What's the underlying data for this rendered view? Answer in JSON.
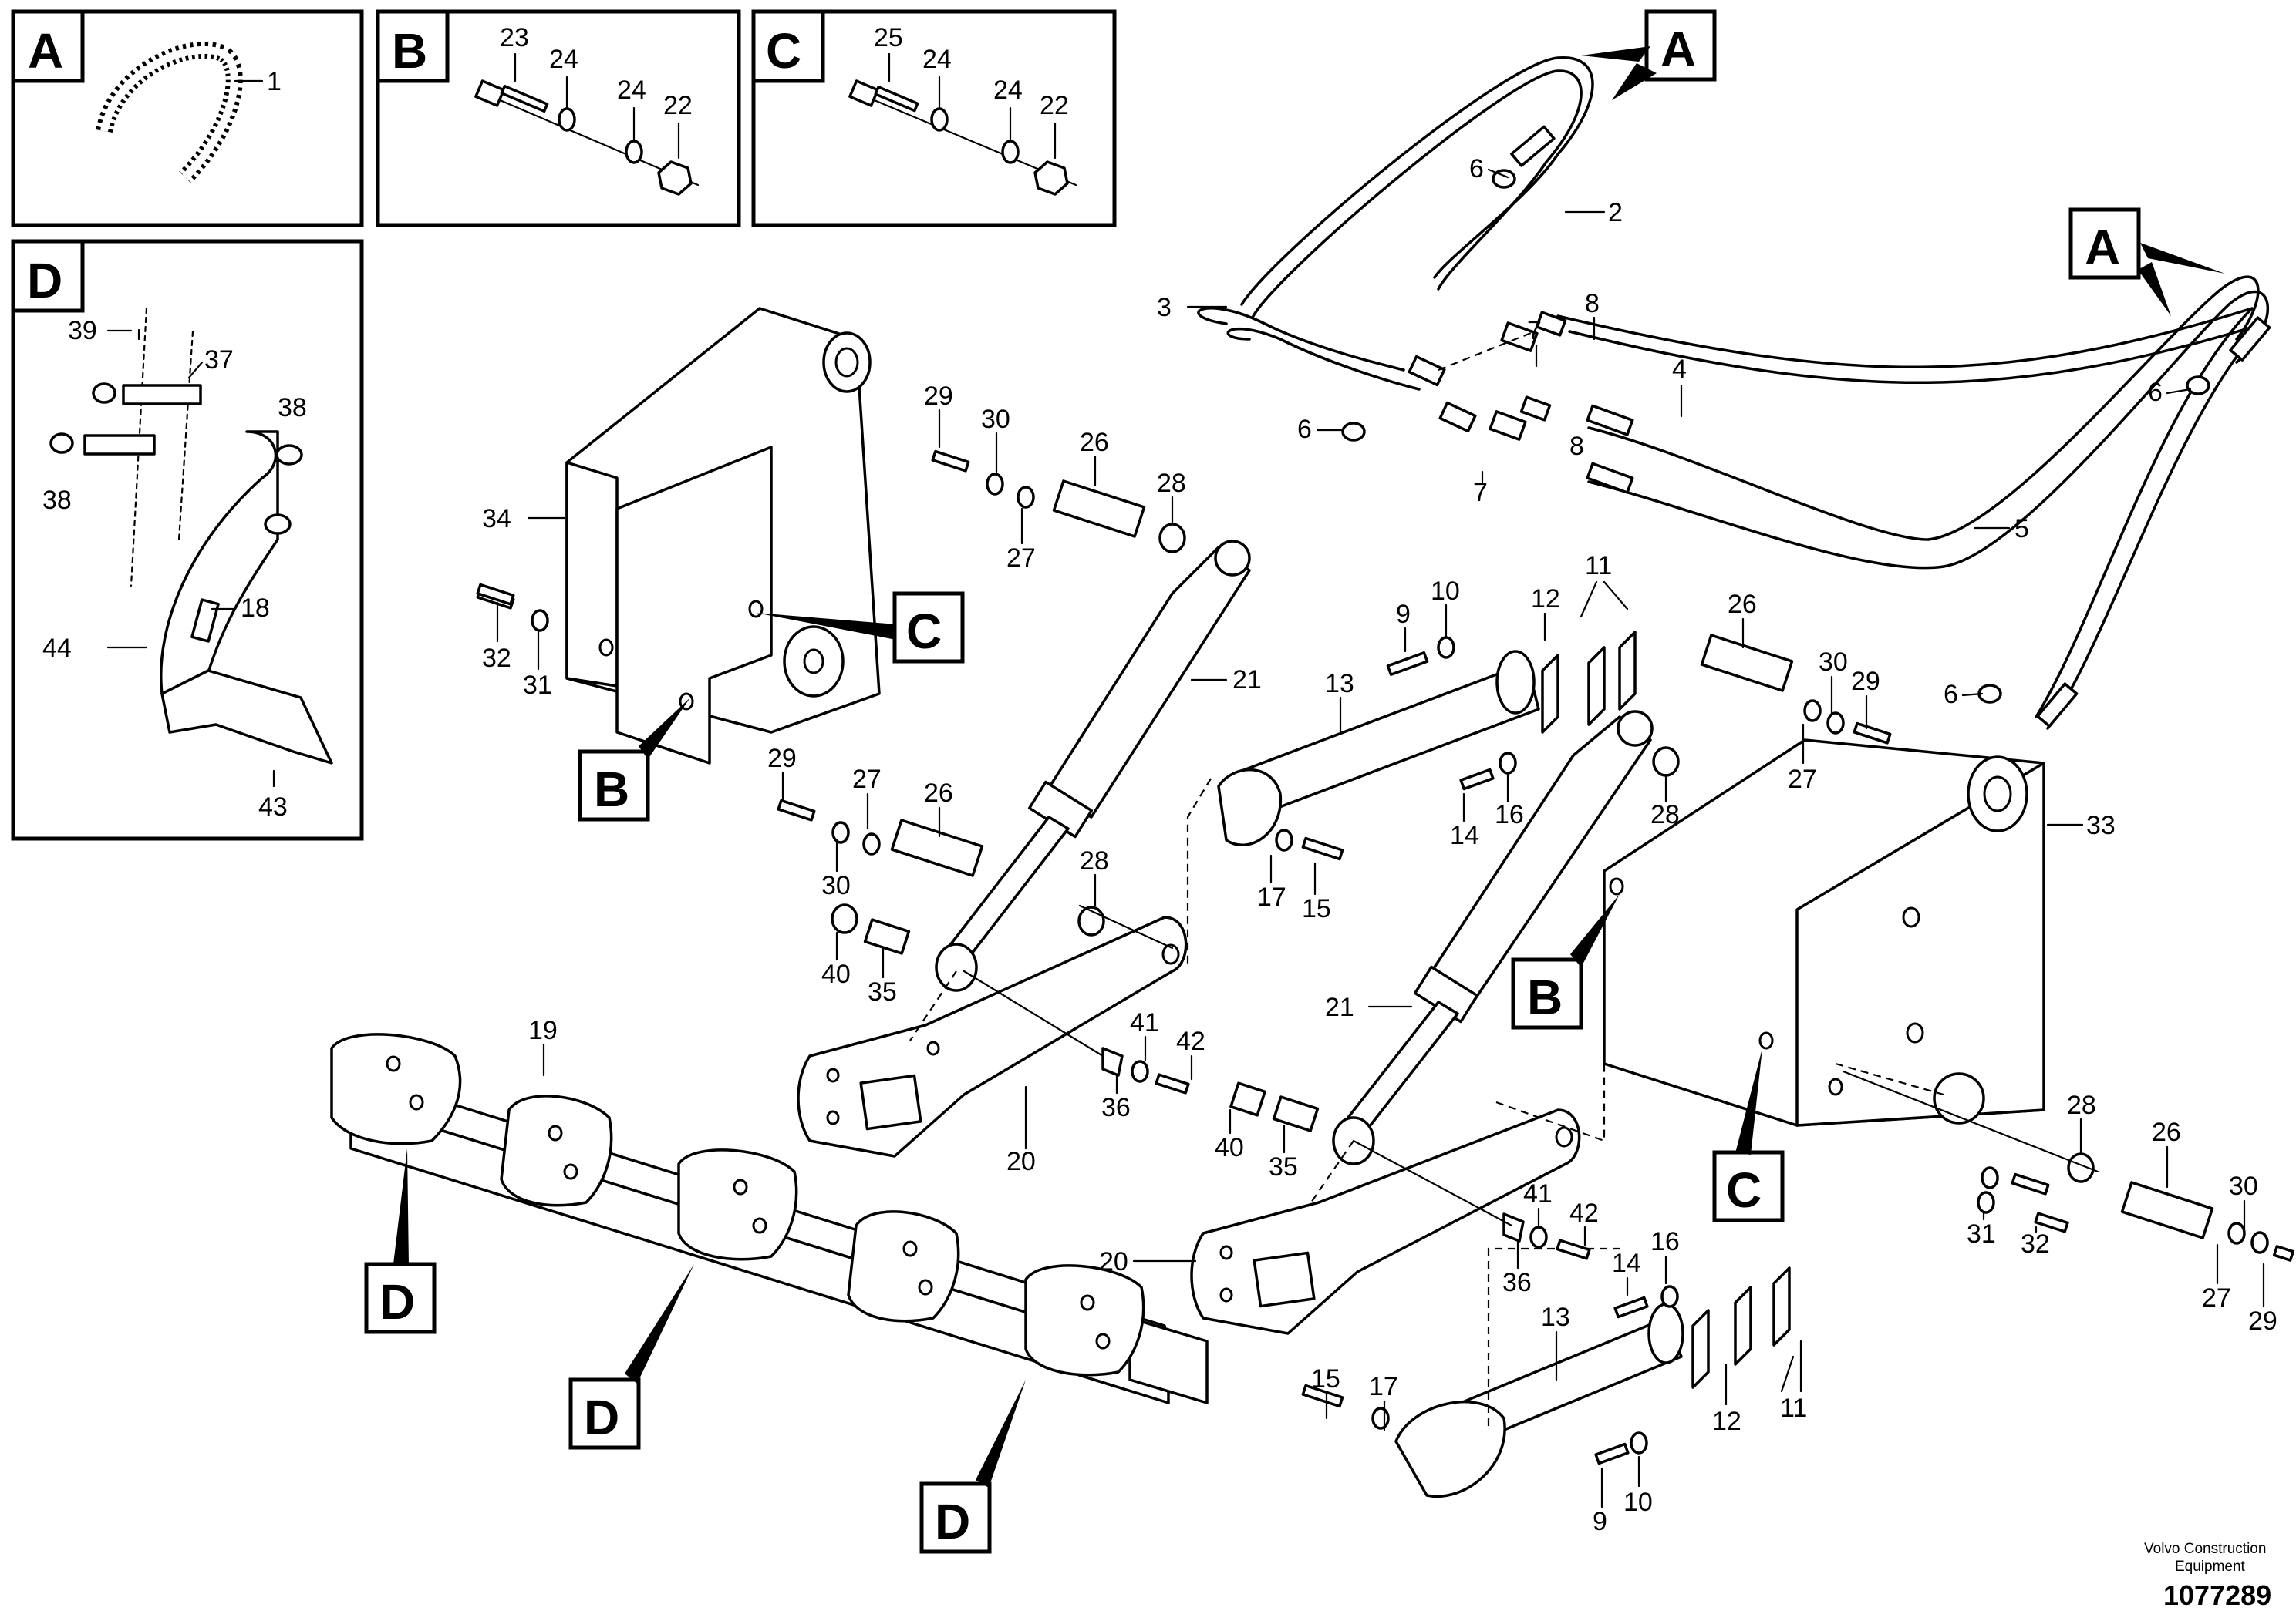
{
  "detail_panels": [
    {
      "id": "A",
      "letter": "A",
      "labels": [
        "1"
      ]
    },
    {
      "id": "B",
      "letter": "B",
      "labels": [
        "23",
        "24",
        "24",
        "22"
      ]
    },
    {
      "id": "C",
      "letter": "C",
      "labels": [
        "25",
        "24",
        "24",
        "22"
      ]
    },
    {
      "id": "D",
      "letter": "D",
      "labels": [
        "39",
        "37",
        "38",
        "38",
        "18",
        "44",
        "43"
      ]
    }
  ],
  "callouts": {
    "A": "A",
    "B": "B",
    "C": "C",
    "D": "D"
  },
  "part_numbers": {
    "p1": "1",
    "p2": "2",
    "p3": "3",
    "p4": "4",
    "p5": "5",
    "p6": "6",
    "p7": "7",
    "p8": "8",
    "p9": "9",
    "p10": "10",
    "p11": "11",
    "p12": "12",
    "p13": "13",
    "p14": "14",
    "p15": "15",
    "p16": "16",
    "p17": "17",
    "p18": "18",
    "p19": "19",
    "p20": "20",
    "p21": "21",
    "p22": "22",
    "p23": "23",
    "p24": "24",
    "p25": "25",
    "p26": "26",
    "p27": "27",
    "p28": "28",
    "p29": "29",
    "p30": "30",
    "p31": "31",
    "p32": "32",
    "p33": "33",
    "p34": "34",
    "p35": "35",
    "p36": "36",
    "p37": "37",
    "p38": "38",
    "p39": "39",
    "p40": "40",
    "p41": "41",
    "p42": "42",
    "p43": "43",
    "p44": "44"
  },
  "footer": {
    "brand_line1": "Volvo Construction",
    "brand_line2": "Equipment",
    "drawing_number": "1077289"
  }
}
